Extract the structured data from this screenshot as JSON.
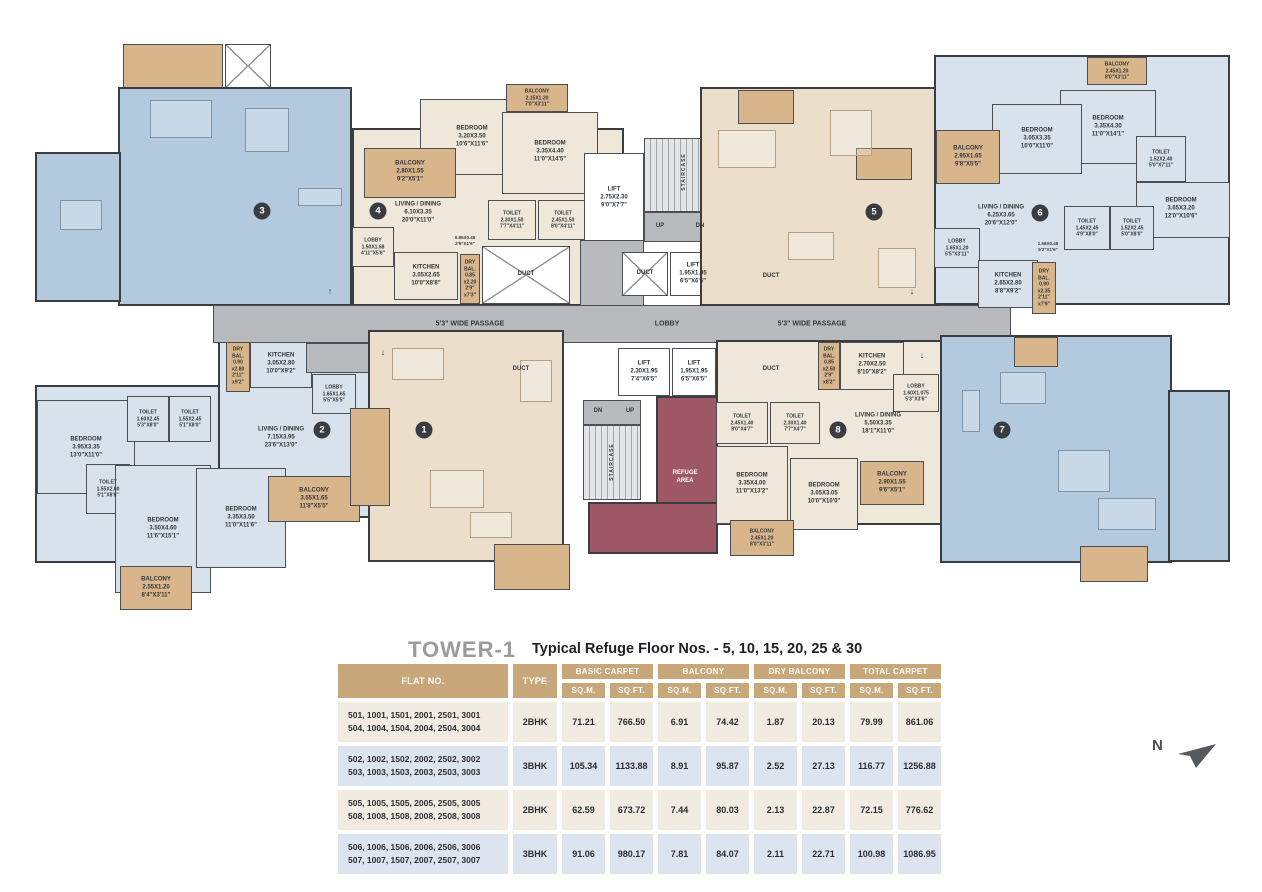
{
  "title": {
    "tower": "TOWER-1",
    "subtitle": "Typical Refuge Floor Nos. - 5, 10, 15, 20, 25 & 30"
  },
  "compass": {
    "n": "N"
  },
  "plan": {
    "labels": {
      "duct": "DUCT",
      "lobby": "LOBBY",
      "passage": "5'3\" WIDE PASSAGE",
      "refuge": "REFUGE\nAREA",
      "staircase": "STAIRCASE",
      "up": "UP",
      "dn": "DN",
      "arrow_up": "↑",
      "arrow_dn": "↓",
      "lift_top": "LIFT\n2.75X2.30\n9'0\"X7'7\"",
      "lift_mid": "LIFT\n1.95X1.95\n6'5\"X6'5\"",
      "lift_b1": "LIFT\n2.30X1.95\n7'4\"X6'5\"",
      "lift_b2": "LIFT\n1.95X1.95\n6'5\"X6'5\""
    },
    "badges": {
      "u1": "1",
      "u2": "2",
      "u3": "3",
      "u4": "4",
      "u5": "5",
      "u6": "6",
      "u7": "7",
      "u8": "8"
    },
    "unit2": {
      "dry_bal": "DRY\nBAL.\n0.90\nx2.80\n2'11\"\nx9'2\"",
      "kitchen": "KITCHEN\n3.05X2.80\n10'0\"X9'2\"",
      "lobby": "LOBBY\n1.65X1.65\n5'5\"X5'5\"",
      "living": "LIVING / DINING\n7.15X3.95\n23'6\"X13'0\"",
      "toilet_a": "TOILET\n1.60X2.45\n5'3\"X8'0\"",
      "toilet_b": "TOILET\n1.55X2.45\n5'1\"X8'0\"",
      "bedroom_a": "BEDROOM\n3.95X3.35\n13'0\"X11'0\"",
      "toilet_c": "TOILET\n1.55X2.60\n5'1\"X8'6\"",
      "bedroom_b": "BEDROOM\n3.50X4.60\n11'6\"X15'1\"",
      "bedroom_c": "BEDROOM\n3.35X3.50\n11'0\"X11'6\"",
      "balcony_a": "BALCONY\n3.55X1.65\n11'8\"X5'5\"",
      "balcony_b": "BALCONY\n2.55X1.20\n8'4\"X3'11\""
    },
    "unit4": {
      "balcony_top": "BALCONY\n2.15X1.20\n7'0\"X3'11\"",
      "bedroom_a": "BEDROOM\n3.20X3.50\n10'6\"X11'6\"",
      "bedroom_b": "BEDROOM\n3.35X4.40\n11'0\"X14'5\"",
      "balcony_left": "BALCONY\n2.80X1.55\n9'2\"X5'1\"",
      "living": "LIVING / DINING\n6.10X3.35\n20'0\"X11'0\"",
      "toilet_a": "TOILET\n2.30X1.50\n7'7\"X4'11\"",
      "toilet_b": "TOILET\n2.45X1.50\n8'0\"X4'11\"",
      "lobby": "LOBBY\n1.50X1.68\n4'11\"X5'6\"",
      "kitchen": "KITCHEN\n3.05X2.65\n10'0\"X8'8\"",
      "dry_bal": "DRY\nBAL.\n0.85\nx2.20\n2'9\"\nx7'3\"",
      "micro": "0.85X0.45\n2'9\"X1'6\""
    },
    "unit6": {
      "balcony_top": "BALCONY\n2.45X1.20\n8'0\"X3'11\"",
      "bedroom_a": "BEDROOM\n3.35X4.30\n11'0\"X14'1\"",
      "bedroom_b": "BEDROOM\n3.05X3.35\n10'0\"X11'0\"",
      "balcony_left": "BALCONY\n2.95X1.65\n9'8\"X5'5\"",
      "toilet_a": "TOILET\n1.52X2.40\n5'0\"X7'11\"",
      "bedroom_c": "BEDROOM\n3.65X3.20\n12'0\"X10'6\"",
      "living": "LIVING / DINING\n6.25X3.65\n20'6\"X12'0\"",
      "toilet_b": "TOILET\n1.45X2.45\n4'9\"X8'0\"",
      "toilet_c": "TOILET\n1.52X2.45\n5'0\"X8'0\"",
      "lobby": "LOBBY\n1.65X1.20\n5'5\"X3'11\"",
      "kitchen": "KITCHEN\n2.65X2.80\n8'8\"X9'2\"",
      "dry_bal": "DRY\nBAL.\n0.90\nx2.35\n2'11\"\nx7'9\"",
      "micro": "1.58X0.45\n5'2\"X1'6\""
    },
    "unit8": {
      "dry_bal": "DRY\nBAL.\n0.85\nx2.50\n2'9\"\nx8'2\"",
      "kitchen": "KITCHEN\n2.70X2.50\n8'10\"X8'2\"",
      "lobby": "LOBBY\n1.60X1.075\n5'3\"X3'6\"",
      "living": "LIVING / DINING\n5.50X3.35\n18'1\"X11'0\"",
      "toilet_a": "TOILET\n2.45X1.40\n8'0\"X4'7\"",
      "toilet_b": "TOILET\n2.30X1.40\n7'7\"X4'7\"",
      "bedroom_a": "BEDROOM\n3.35X4.00\n11'0\"X13'2\"",
      "bedroom_b": "BEDROOM\n3.05X3.05\n10'0\"X10'0\"",
      "balcony_a": "BALCONY\n2.90X1.55\n9'6\"X5'1\"",
      "balcony_b": "BALCONY\n2.45X1.20\n8'0\"X3'11\""
    }
  },
  "table": {
    "col_flat": "FLAT NO.",
    "col_type": "TYPE",
    "groups": [
      "BASIC CARPET",
      "BALCONY",
      "DRY BALCONY",
      "TOTAL CARPET"
    ],
    "sub_sqm": "SQ.M.",
    "sub_sqft": "SQ.FT.",
    "rows": [
      {
        "flats": "501, 1001, 1501, 2001, 2501, 3001\n504, 1004, 1504, 2004, 2504, 3004",
        "type": "2BHK",
        "values": [
          "71.21",
          "766.50",
          "6.91",
          "74.42",
          "1.87",
          "20.13",
          "79.99",
          "861.06"
        ]
      },
      {
        "flats": "502, 1002, 1502, 2002, 2502, 3002\n503, 1003, 1503, 2003, 2503, 3003",
        "type": "3BHK",
        "values": [
          "105.34",
          "1133.88",
          "8.91",
          "95.87",
          "2.52",
          "27.13",
          "116.77",
          "1256.88"
        ]
      },
      {
        "flats": "505, 1005, 1505, 2005, 2505, 3005\n508, 1008, 1508, 2008, 2508, 3008",
        "type": "2BHK",
        "values": [
          "62.59",
          "673.72",
          "7.44",
          "80.03",
          "2.13",
          "22.87",
          "72.15",
          "776.62"
        ]
      },
      {
        "flats": "506, 1006, 1506, 2006, 2506, 3006\n507, 1007, 1507, 2007, 2507, 3007",
        "type": "3BHK",
        "values": [
          "91.06",
          "980.17",
          "7.81",
          "84.07",
          "2.11",
          "22.71",
          "100.98",
          "1086.95"
        ]
      }
    ]
  }
}
